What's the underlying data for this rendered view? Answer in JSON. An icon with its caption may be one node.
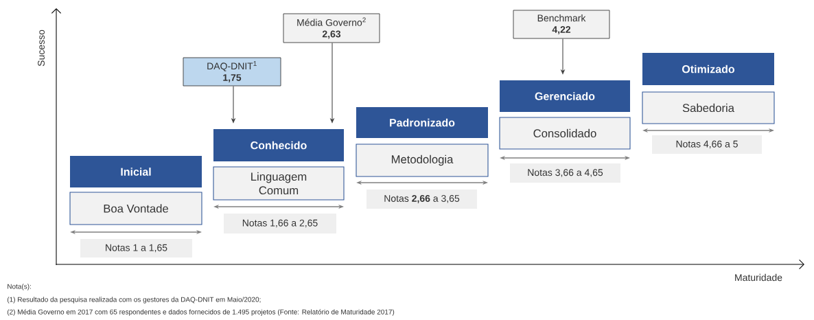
{
  "diagram": {
    "nodes": [
      {
        "text": [
          "Inicial"
        ]
      },
      {
        "text": [
          "Boa Vontade"
        ]
      },
      {
        "text": [
          "Notas 1 a 1,65"
        ]
      },
      {
        "text": [
          "Conhecido"
        ]
      },
      {
        "text": [
          "Linguagem Comum"
        ]
      },
      {
        "text": [
          "Notas 1,66 a 2,65"
        ]
      },
      {
        "text": [
          "Padronizado"
        ]
      },
      {
        "text": [
          "Metodologia"
        ]
      },
      {
        "text": [
          "Notas **2,66** a 3,65"
        ]
      },
      {
        "text": [
          "Gerenciado"
        ]
      },
      {
        "text": [
          "Consolidado"
        ]
      },
      {
        "text": [
          "Notas 3,66 a 4,65"
        ]
      },
      {
        "text": [
          "Otimizado"
        ]
      },
      {
        "text": [
          "Sabedoria"
        ]
      },
      {
        "text": [
          "Notas 4,66 a 5"
        ]
      },
      {
        "text": [
          "DAQ-DNIT$^{1}$",
          "1,75"
        ]
      },
      {
        "text": [
          "Média Governo$^{2}$",
          "2,63"
        ]
      },
      {
        "text": [
          "Benchmark",
          "4,22"
        ]
      }
    ],
    "edges": [
      {
        "from": 15,
        "to": 3,
        "arrow": "to"
      },
      {
        "from": 16,
        "to": 3,
        "arrow": "to"
      },
      {
        "from": 17,
        "to": 9,
        "arrow": "to"
      }
    ],
    "labels": [
      "Sucesso",
      "Maturidade",
      "Nota(s):",
      "(1) Resultado da pesquisa realizada com os gestores da DAQ-DNIT em Maio/2020;",
      "(2) Média Governo em 2017 com 65 respondentes e dados fornecidos de 1.495 projetos (Fonte: Relatório de Maturidade 2017)"
    ]
  }
}
